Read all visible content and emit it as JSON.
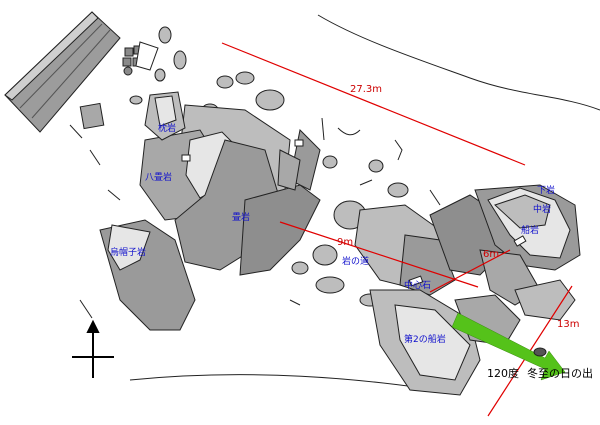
{
  "colors": {
    "rock_dark": "#9a9a9a",
    "rock_mid": "#bdbdbd",
    "rock_light": "#e2e2e2",
    "measure_line": "#e00000",
    "label_text": "#1010cc",
    "arrow": "#55c21a"
  },
  "rocks": {
    "makura": "枕岩",
    "hatatami": "八畳岩",
    "tatami": "畳岩",
    "eboshi": "烏帽子岩",
    "iwanomichi": "岩の道",
    "chushinseki": "中心石",
    "funaiwa2": "第2の船岩",
    "shimoiwa": "下岩",
    "nakaiwa": "中岩",
    "funaiwa": "船岩"
  },
  "measurements": {
    "long": "27.3m",
    "mid": "9m",
    "short": "6m",
    "side": "13m"
  },
  "annotations": {
    "angle": "120度",
    "sunrise": "冬至の日の出"
  },
  "icons": {
    "compass": "north-cross-icon",
    "sun_direction": "arrow-right-icon"
  }
}
